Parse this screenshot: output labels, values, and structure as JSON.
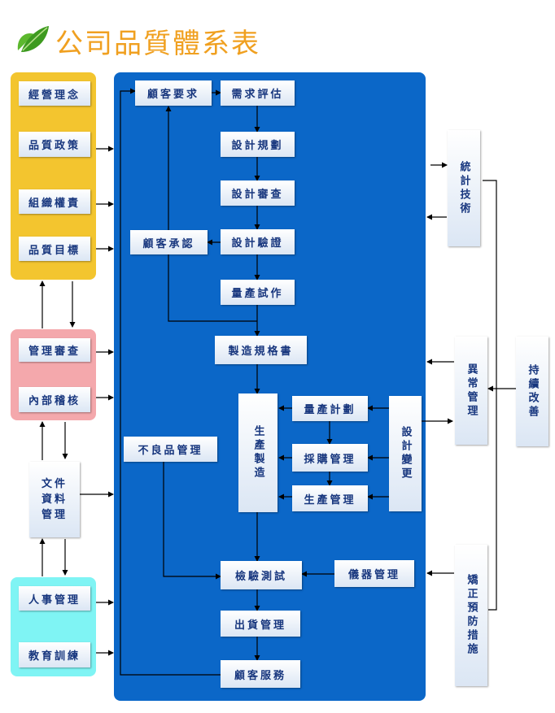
{
  "title": "公司品質體系表",
  "colors": {
    "main_panel": "#0b67c8",
    "yellow_panel": "#f3c52f",
    "pink_panel": "#f4a8ac",
    "cyan_panel": "#7ff4f4",
    "title_color": "#f0a020",
    "box_text": "#17367e",
    "line": "#000000"
  },
  "icons": {
    "logo": "green-leaf-icon"
  },
  "nodes": {
    "jingying": "經營理念",
    "zhengce": "品質政策",
    "zuzhi": "組織權責",
    "mubiao": "品質目標",
    "guanli_shencha": "管理審查",
    "neibu": "內部稽核",
    "wenjian": "文件\n資料\n管理",
    "renshi": "人事管理",
    "jiaoyu": "教育訓練",
    "guke_yaoqiu": "顧客要求",
    "xuqiu": "需求評估",
    "sheji_guihua": "設計規劃",
    "sheji_shencha": "設計審查",
    "guke_chengren": "顧客承認",
    "sheji_yanzheng": "設計驗證",
    "liangchan_shizuo": "量產試作",
    "zhizao_guige": "製造規格書",
    "shengchan_zhizao": "生產製造",
    "liangchan_jihua": "量產計劃",
    "caigou": "採購管理",
    "shengchan_guanli": "生產管理",
    "sheji_biangeng": "設計變更",
    "buliang": "不良品管理",
    "jianyan": "檢驗測試",
    "yiqi": "儀器管理",
    "chuhuo": "出貨管理",
    "guke_fuwu": "顧客服務",
    "tongji": "統計技術",
    "yichang": "異常管理",
    "chixu": "持續改善",
    "jiaozheng": "矯正預防措施"
  }
}
